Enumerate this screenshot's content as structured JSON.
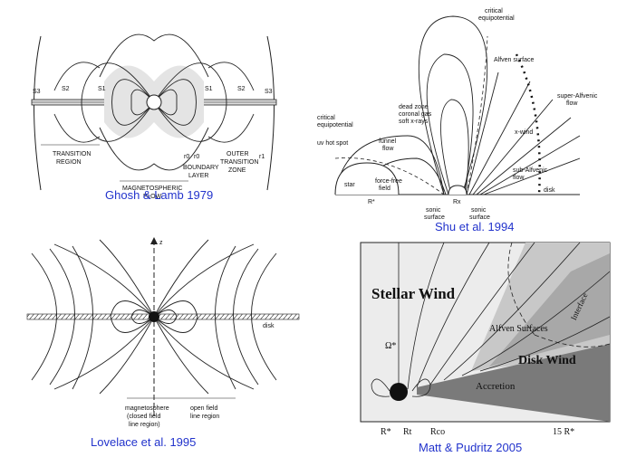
{
  "panels": [
    {
      "caption": "Ghosh & Lamb 1979",
      "labels": {
        "s3": "S3",
        "s2": "S2",
        "s1": "S1",
        "s1r": "S1",
        "s2r": "S2",
        "s3r": "S3",
        "transition": "TRANSITION",
        "region": "REGION",
        "boundary": "BOUNDARY",
        "layer": "LAYER",
        "outer": "OUTER",
        "transition2": "TRANSITION",
        "zone": "ZONE",
        "magnetospheric": "MAGNETOSPHERIC",
        "flow": "FLOW",
        "r0": "r0",
        "ra": "r0",
        "r1": "r1"
      }
    },
    {
      "caption": "Shu et al. 1994",
      "labels": {
        "crit_equi_top1": "critical",
        "crit_equi_top2": "equipotential",
        "alfven_surface": "Alfven surface",
        "crit_equi_left1": "critical",
        "crit_equi_left2": "equipotential",
        "dead_zone1": "dead zone",
        "dead_zone2": "coronal gas",
        "dead_zone3": "soft x-rays",
        "super_alfvenic1": "super-Alfvenic",
        "super_alfvenic2": "flow",
        "xwind": "x-wind",
        "uv_hot_spot": "uv hot spot",
        "funnel1": "funnel",
        "funnel2": "flow",
        "sub_alfvenic1": "sub-Alfvenic",
        "sub_alfvenic2": "flow",
        "star": "star",
        "force_free1": "force-free",
        "force_free2": "field",
        "disk": "disk",
        "r_star": "R*",
        "r_x": "Rx",
        "sonic1a": "sonic",
        "sonic1b": "surface",
        "sonic2a": "sonic",
        "sonic2b": "surface"
      }
    },
    {
      "caption": "Lovelace et al. 1995",
      "labels": {
        "z": "z",
        "disk": "disk",
        "magnetosphere1": "magnetosphere",
        "magnetosphere2": "(closed field",
        "magnetosphere3": "line region)",
        "open1": "open field",
        "open2": "line region"
      }
    },
    {
      "caption": "Matt & Pudritz 2005",
      "labels": {
        "stellar_wind": "Stellar Wind",
        "interface": "Interface",
        "alfven_surfaces": "Alfven Surfaces",
        "disk_wind": "Disk Wind",
        "accretion": "Accretion",
        "omega": "Ω*",
        "r_star": "R*",
        "rt": "Rt",
        "rco": "Rco",
        "r15": "15 R*"
      }
    }
  ]
}
